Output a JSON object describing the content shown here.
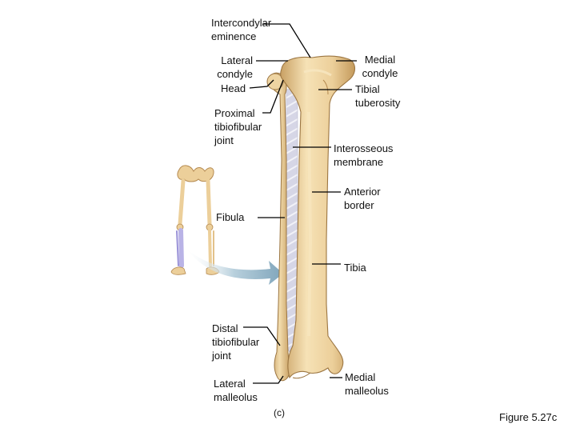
{
  "labels": {
    "intercondylar_eminence": "Intercondylar\neminence",
    "lateral_condyle": "Lateral\ncondyle",
    "head": "Head",
    "medial_condyle": "Medial\ncondyle",
    "tibial_tuberosity": "Tibial\ntuberosity",
    "proximal_tibiofibular_joint": "Proximal\ntibiofibular\njoint",
    "interosseous_membrane": "Interosseous\nmembrane",
    "anterior_border": "Anterior\nborder",
    "fibula": "Fibula",
    "tibia": "Tibia",
    "distal_tibiofibular_joint": "Distal\ntibiofibular\njoint",
    "lateral_malleolus": "Lateral\nmalleolus",
    "medial_malleolus": "Medial\nmalleolus",
    "panel": "(c)",
    "figure": "Figure 5.27c"
  },
  "colors": {
    "bone": "#eccf9a",
    "bone_shadow": "#c9a164",
    "bone_highlight": "#f8e7c2",
    "membrane": "#d4d4e4",
    "fibula_highlight": "#b9b3e6",
    "arrow": "#8fb2c6",
    "leader": "#000000"
  },
  "icons": {
    "skeleton": "lower-limb-skeleton-icon",
    "arrow": "zoom-arrow-icon"
  }
}
